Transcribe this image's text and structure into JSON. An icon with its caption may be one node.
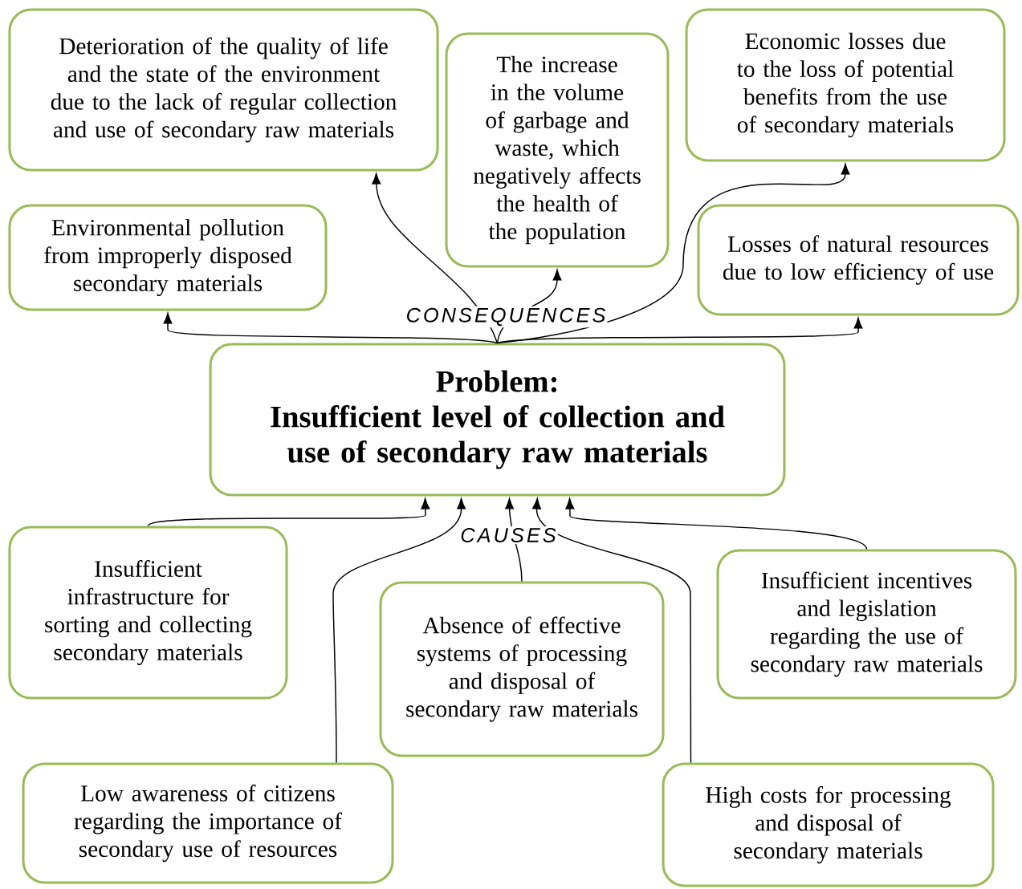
{
  "diagram": {
    "nodes": [
      {
        "text": [
          "Problem:",
          "Insufficient level of collection and use of secondary raw materials"
        ]
      },
      {
        "text": [
          "Deterioration of the quality of life and the state of the environment due to the lack of regular collection and use of secondary raw materials"
        ]
      },
      {
        "text": [
          "The increase in the volume of garbage and waste, which negatively affects the health of the population"
        ]
      },
      {
        "text": [
          "Economic losses due to the loss of potential benefits from the use of secondary materials"
        ]
      },
      {
        "text": [
          "Environmental pollution from improperly disposed secondary materials"
        ]
      },
      {
        "text": [
          "Losses of natural resources due to low efficiency of use"
        ]
      },
      {
        "text": [
          "Insufficient infrastructure for sorting and collecting secondary materials"
        ]
      },
      {
        "text": [
          "Absence of effective systems of processing and disposal of secondary raw materials"
        ]
      },
      {
        "text": [
          "Insufficient incentives and legislation regarding the use of secondary raw materials"
        ]
      },
      {
        "text": [
          "Low awareness of citizens regarding the importance of secondary use of resources"
        ]
      },
      {
        "text": [
          "High costs for processing and disposal of secondary materials"
        ]
      }
    ],
    "edges": [
      {
        "from": 0,
        "to": 1,
        "arrow": "to"
      },
      {
        "from": 0,
        "to": 2,
        "arrow": "to"
      },
      {
        "from": 0,
        "to": 3,
        "arrow": "to"
      },
      {
        "from": 0,
        "to": 4,
        "arrow": "to"
      },
      {
        "from": 0,
        "to": 5,
        "arrow": "to"
      },
      {
        "from": 6,
        "to": 0,
        "arrow": "to"
      },
      {
        "from": 7,
        "to": 0,
        "arrow": "to"
      },
      {
        "from": 8,
        "to": 0,
        "arrow": "to"
      },
      {
        "from": 9,
        "to": 0,
        "arrow": "to"
      },
      {
        "from": 10,
        "to": 0,
        "arrow": "to"
      }
    ],
    "labels": [
      "CONSEQUENCES",
      "CAUSES"
    ]
  }
}
